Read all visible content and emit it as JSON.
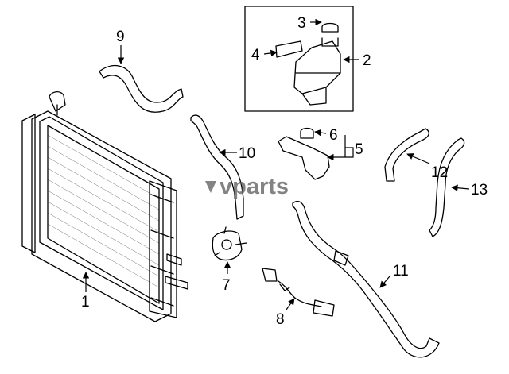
{
  "watermark": "vparts",
  "callouts": [
    "1",
    "2",
    "3",
    "4",
    "5",
    "6",
    "7",
    "8",
    "9",
    "10",
    "11",
    "12",
    "13"
  ],
  "colors": {
    "line": "#000000",
    "background": "#ffffff",
    "watermark": "#5a5a5a"
  }
}
